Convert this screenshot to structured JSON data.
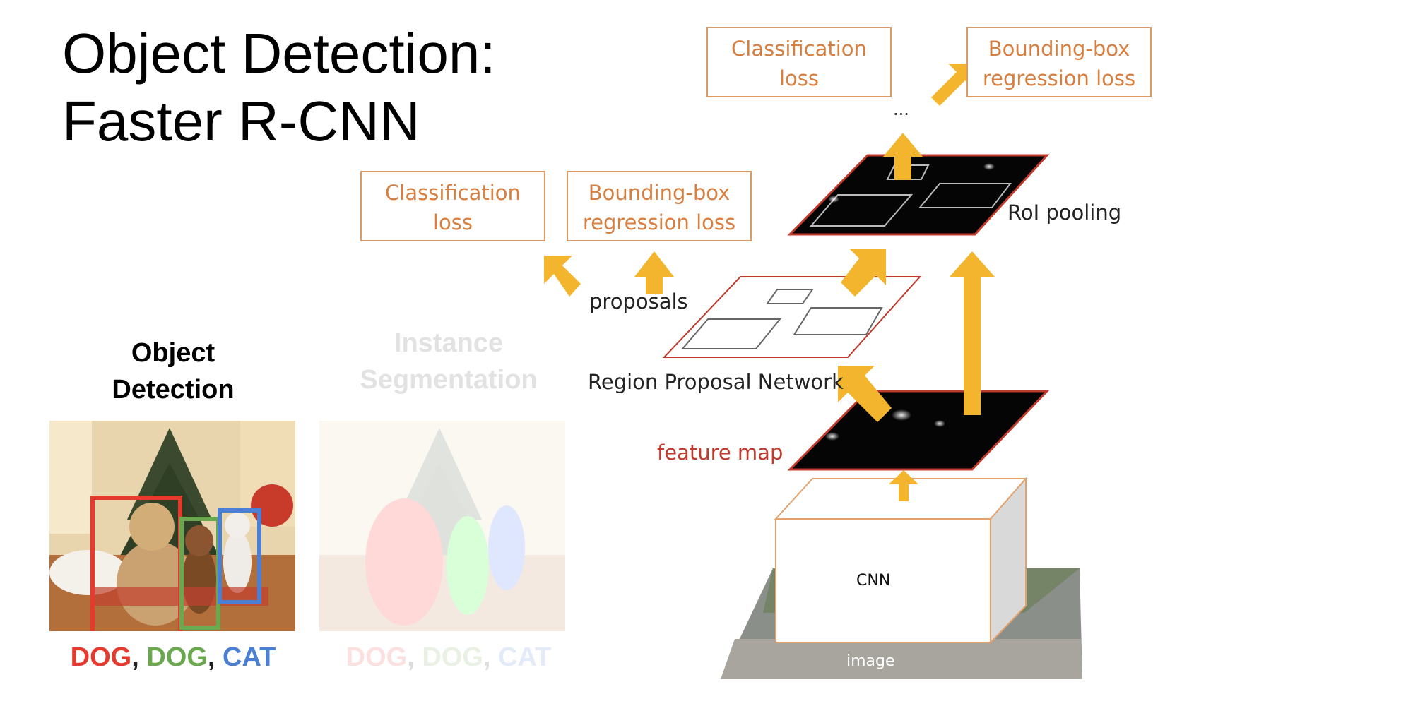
{
  "slide": {
    "title_line1": "Object Detection:",
    "title_line2": "Faster R-CNN"
  },
  "tasks": {
    "object_detection_line1": "Object",
    "object_detection_line2": "Detection",
    "instance_seg_line1": "Instance",
    "instance_seg_line2": "Segmentation",
    "labels": {
      "dog1": "DOG",
      "sep1": ", ",
      "dog2": "DOG",
      "sep2": ", ",
      "cat": "CAT"
    }
  },
  "diagram": {
    "top_losses": {
      "classification_line1": "Classification",
      "classification_line2": "loss",
      "bbox_line1": "Bounding-box",
      "bbox_line2": "regression loss"
    },
    "rpn_losses": {
      "classification_line1": "Classification",
      "classification_line2": "loss",
      "bbox_line1": "Bounding-box",
      "bbox_line2": "regression loss"
    },
    "ellipsis": "...",
    "roi_pooling": "RoI pooling",
    "proposals": "proposals",
    "region_proposal_network": "Region Proposal Network",
    "feature_map": "feature map",
    "cnn": "CNN",
    "image": "image"
  },
  "colors": {
    "dog1": "#e53a2e",
    "dog2": "#6aa84f",
    "cat": "#4a7fd4",
    "loss_orange": "#d87f40",
    "arrow_yellow": "#f3b52e",
    "feature_red": "#c0392b"
  }
}
